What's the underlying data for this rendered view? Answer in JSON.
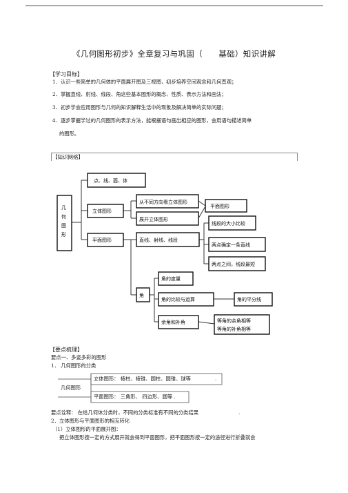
{
  "page": {
    "title": "《几何图形初步》全章复习与巩固（　　基础）知识讲解"
  },
  "goals": {
    "header": "【学习目标】",
    "items": [
      "1．认识一些简单的几何体的平面展开图及三视图，初步培养空间观念和几何直观；",
      "2．掌握直线、射线、线段、角这些基本图形的概念、性质、表示方法和画法；",
      "3．初步学会应用图形与几何的知识解释生活中的现象及解决简单的实际问题；",
      "4．逐步掌握学过的几何图形的表示方法，能根据语句画出相应的图形，会用语句描述简单"
    ],
    "item4_cont": "的图形。"
  },
  "network": {
    "header": "【知识网络】",
    "root": "几何图形",
    "l1": [
      "点、线、面、体",
      "立体图形",
      "平面图形"
    ],
    "solid": [
      "从不同方向看立体图形",
      "展开立体图形"
    ],
    "plane_shape": "平面图形",
    "line": "直线、射线、线段",
    "line_props": [
      "线段的大小比较",
      "两点确定一条直线",
      "两点之间，线段最短"
    ],
    "angle": "角",
    "angle_items": [
      "角的度量",
      "角的比较与运算",
      "余角和补角"
    ],
    "bisector": "角的平分线",
    "comp": [
      "等角的余角相等",
      "等角的补角相等"
    ]
  },
  "points": {
    "header": "【要点梳理】",
    "p1": "要点一、多姿多彩的图形",
    "p1_1": "1．  几何图形的分类",
    "root": "几何图形",
    "solid_line": "立体图形：  棱柱、棱锥、圆柱、圆锥、球等",
    "solid_end": ".",
    "plane_line": "平面图形：   三角形、  四边形、圆等 .",
    "note": "要点诠释：   在给几何体分类时，不同的分类标准有不同的分类结果",
    "note_end": ".",
    "p2": "2．立体图形与平面图形的相互转化",
    "p2_1": "（1）立体图形的平面展开图：",
    "p2_1_text": "把立体图形按一定的方式展开就会得到平面图形，把平面图形按一定的途径进行折叠就会"
  }
}
